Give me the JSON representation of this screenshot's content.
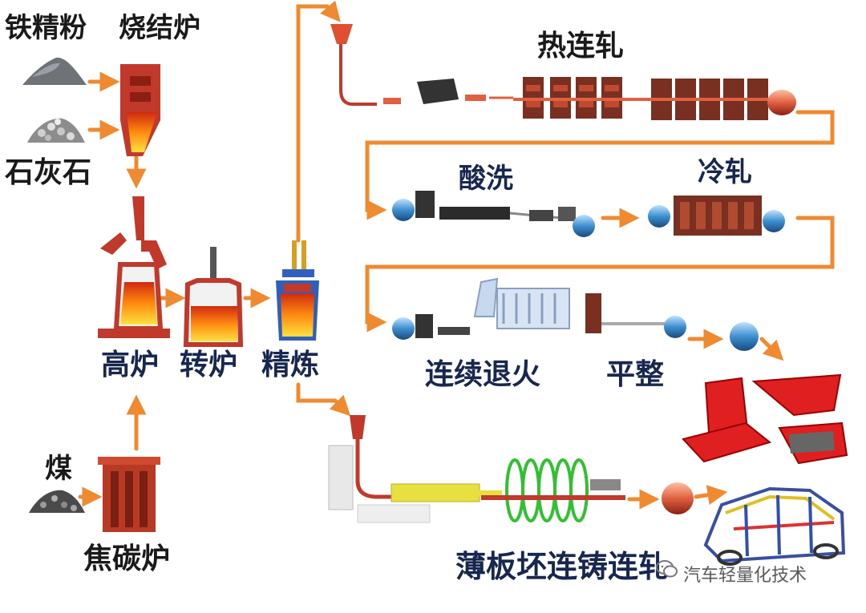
{
  "labels": {
    "iron_ore_powder": "铁精粉",
    "sinter_furnace": "烧结炉",
    "limestone": "石灰石",
    "blast_furnace": "高炉",
    "converter": "转炉",
    "refining": "精炼",
    "coal": "煤",
    "coke_oven": "焦碳炉",
    "hot_rolling": "热连轧",
    "pickling": "酸洗",
    "cold_rolling": "冷轧",
    "continuous_annealing": "连续退火",
    "temper_leveling": "平整",
    "thin_slab_casting_rolling": "薄板坯连铸连轧"
  },
  "watermark": "汽车轻量化技术",
  "colors": {
    "arrow": "#f08a30",
    "furnace_red": "#c0392b",
    "label_dark": "#1a1a1a",
    "label_navy": "#17274f",
    "car_panel_red": "#e02020",
    "coil_blue": "#4aa0d8",
    "annealing_green": "#39c039"
  }
}
